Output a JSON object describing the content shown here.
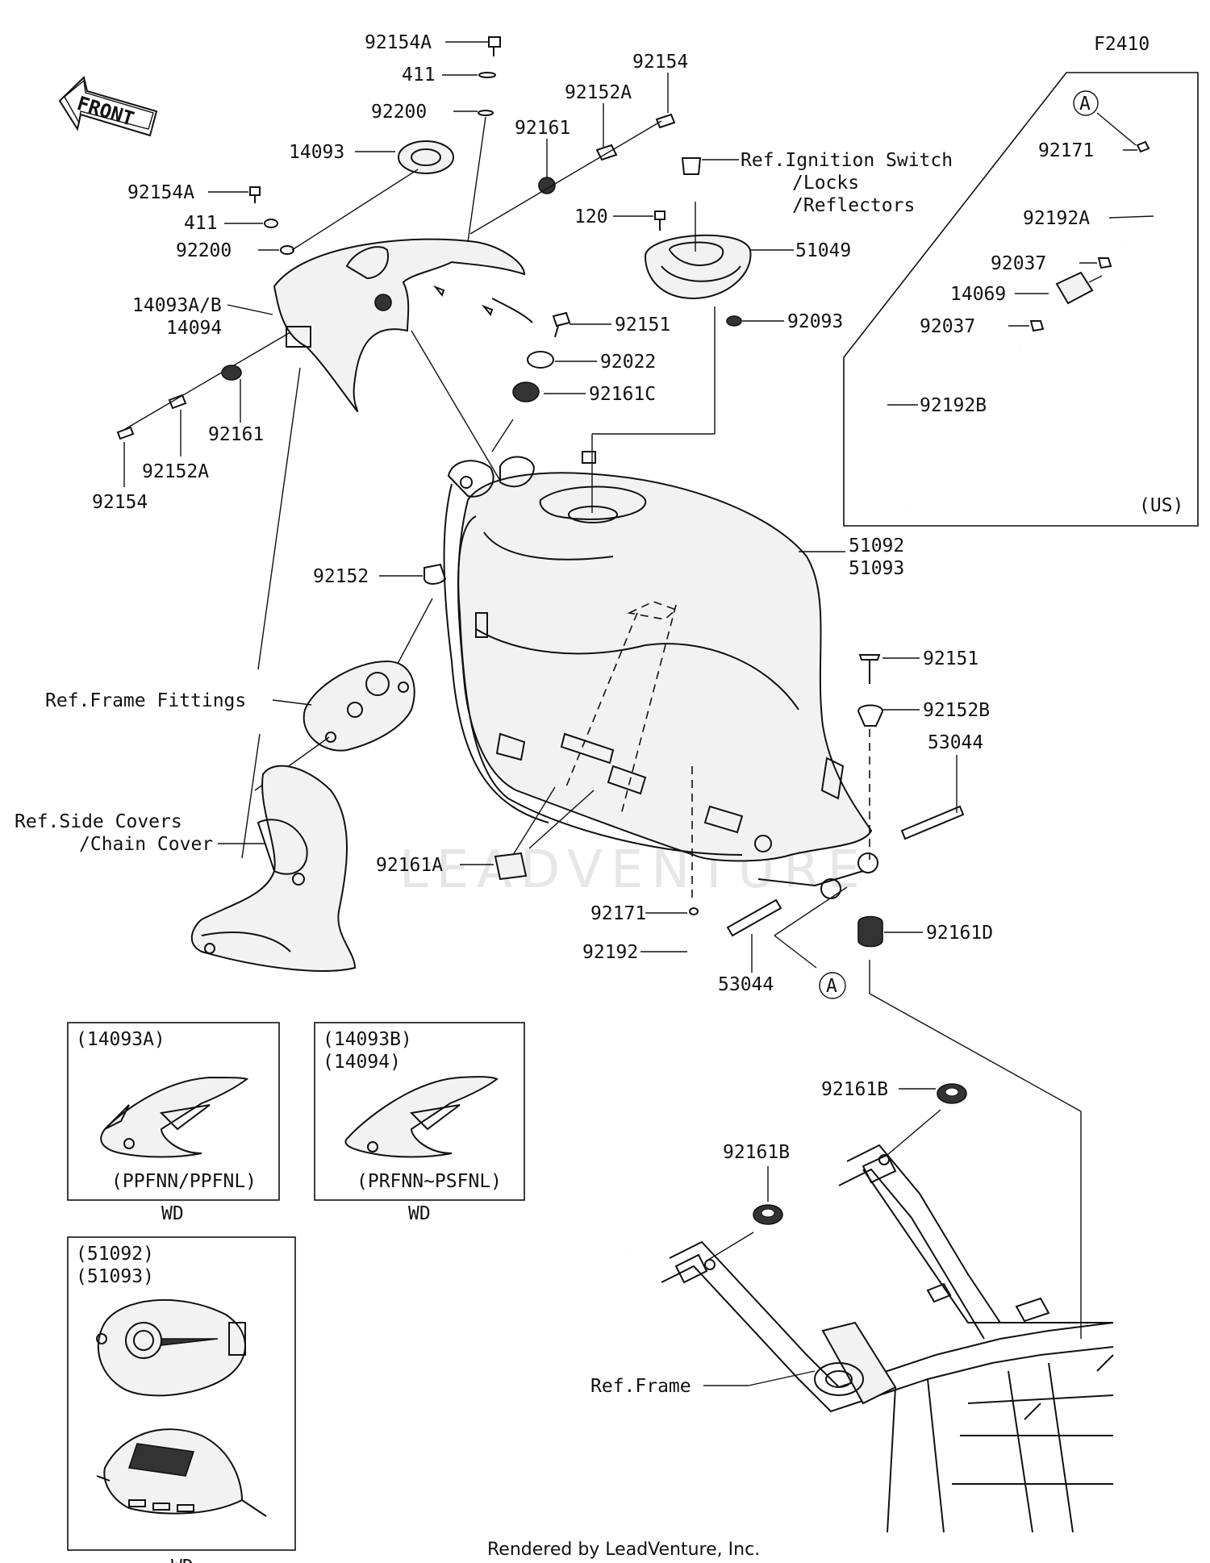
{
  "diagram_code": "F2410",
  "front_label": "FRONT",
  "watermark": "LEADVENTURE",
  "footer": "Rendered by LeadVenture, Inc.",
  "callouts": {
    "c92154A_top": "92154A",
    "c411_top": "411",
    "c92200_top": "92200",
    "c14093": "14093",
    "c92161_top": "92161",
    "c92152A_top": "92152A",
    "c92154_top": "92154",
    "ref_ignition_1": "Ref.Ignition Switch",
    "ref_ignition_2": "/Locks",
    "ref_ignition_3": "/Reflectors",
    "c120": "120",
    "c51049": "51049",
    "c92093": "92093",
    "c92154A_left": "92154A",
    "c411_left": "411",
    "c92200_left": "92200",
    "c14093AB": "14093A/B",
    "c14094": "14094",
    "c92161_left": "92161",
    "c92152A_left": "92152A",
    "c92154_left": "92154",
    "c92151_top": "92151",
    "c92022": "92022",
    "c92161C": "92161C",
    "c51092": "51092",
    "c51093": "51093",
    "c92152": "92152",
    "ref_frame_fittings": "Ref.Frame Fittings",
    "ref_side_covers_1": "Ref.Side Covers",
    "ref_side_covers_2": "/Chain Cover",
    "c92151_right": "92151",
    "c92152B": "92152B",
    "c53044_right": "53044",
    "c92161A": "92161A",
    "c92171_mid": "92171",
    "c92192_mid": "92192",
    "c53044_mid": "53044",
    "c92161D": "92161D",
    "marker_A": "A",
    "c92161B_right": "92161B",
    "c92161B_left": "92161B",
    "ref_frame": "Ref.Frame"
  },
  "us_box": {
    "marker": "A",
    "c92171": "92171",
    "c92192A": "92192A",
    "c92037_a": "92037",
    "c14069": "14069",
    "c92037_b": "92037",
    "c92192B": "92192B",
    "region": "(US)"
  },
  "inset_boxes": [
    {
      "header1": "(14093A)",
      "header2": "",
      "model": "(PPFNN/PPFNL)",
      "caption": "WD"
    },
    {
      "header1": "(14093B)",
      "header2": "(14094)",
      "model": "(PRFNN~PSFNL)",
      "caption": "WD"
    },
    {
      "header1": "(51092)",
      "header2": "(51093)",
      "model": "",
      "caption": "WD"
    }
  ]
}
